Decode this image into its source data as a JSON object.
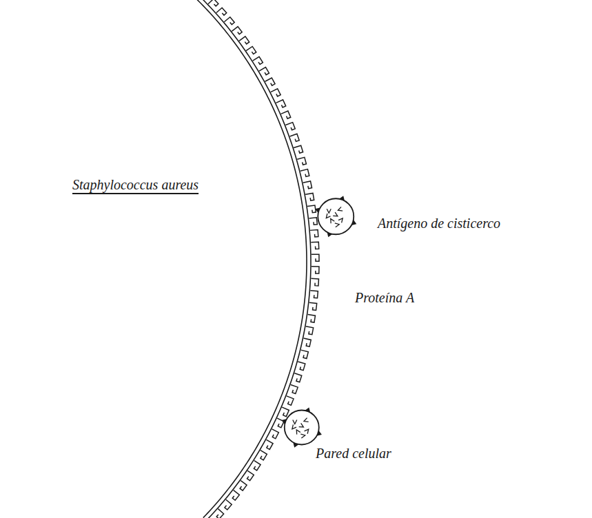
{
  "diagram": {
    "labels": [
      "Staphylococcus aureus",
      "Antígeno de cisticerco",
      "Proteína A",
      "Pared celular"
    ]
  }
}
